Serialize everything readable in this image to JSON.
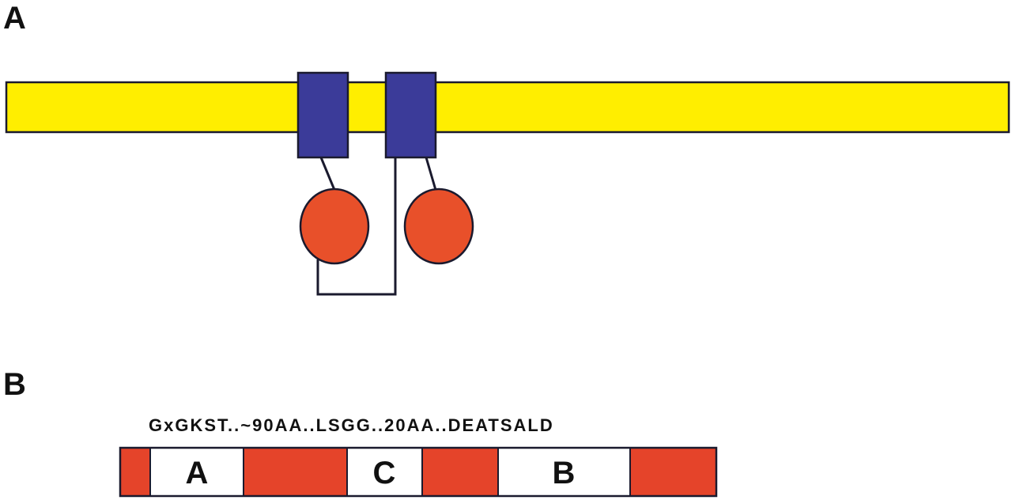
{
  "panels": {
    "a": {
      "label": "A"
    },
    "b": {
      "label": "B"
    }
  },
  "colors": {
    "membrane": "#ffee00",
    "transmembrane": "#3b3b99",
    "nbd": "#e8502a",
    "domain_segment": "#e5442a",
    "motif_box": "#ffffff",
    "outline": "#1a1a2e"
  },
  "sequence": {
    "text": "GxGKST..~90AA..LSGG..20AA..DEATSALD"
  },
  "motifs": {
    "a": "A",
    "c": "C",
    "b": "B"
  }
}
